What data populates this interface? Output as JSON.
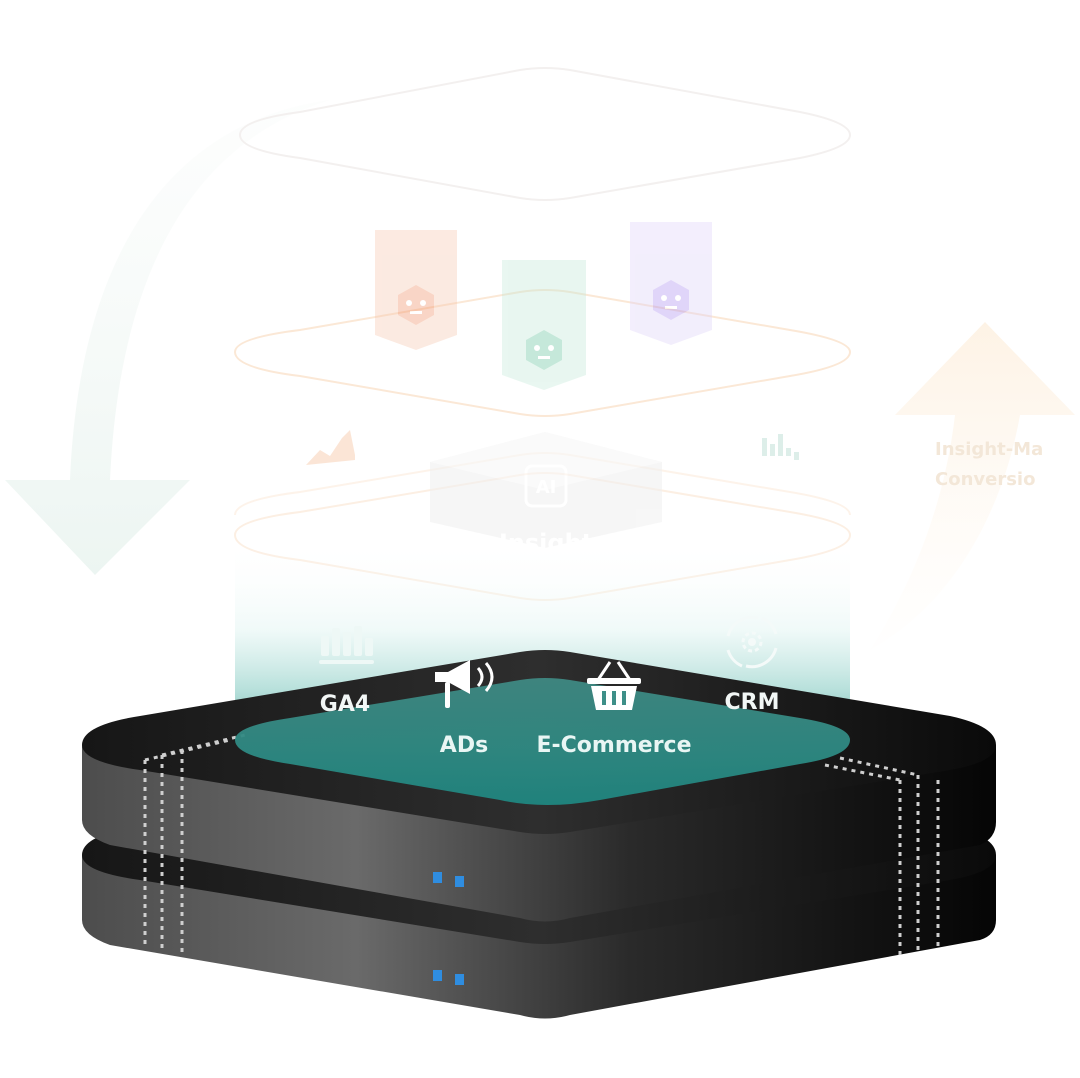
{
  "sources": [
    {
      "label": "GA4",
      "icon": "bar-chart-icon"
    },
    {
      "label": "ADs",
      "icon": "megaphone-icon"
    },
    {
      "label": "E-Commerce",
      "icon": "shopping-basket-icon"
    },
    {
      "label": "CRM",
      "icon": "cycle-gear-icon"
    }
  ],
  "insight": {
    "chip_label": "AI",
    "label": "Insight",
    "icon": "ai-chip-icon"
  },
  "agents": [
    {
      "icon": "robot-icon",
      "color": "#f2a07b"
    },
    {
      "icon": "robot-icon",
      "color": "#6cc9a3"
    },
    {
      "icon": "robot-icon",
      "color": "#b49af0"
    }
  ],
  "side_text": {
    "line1": "Insight-Ma",
    "line2": "Conversio"
  },
  "colors": {
    "teal": "#2a8c86",
    "server_dark": "#0e0e0e",
    "server_mid": "#5a5a5a",
    "led_blue": "#2f8de0",
    "label_light": "#e9f6f4"
  }
}
